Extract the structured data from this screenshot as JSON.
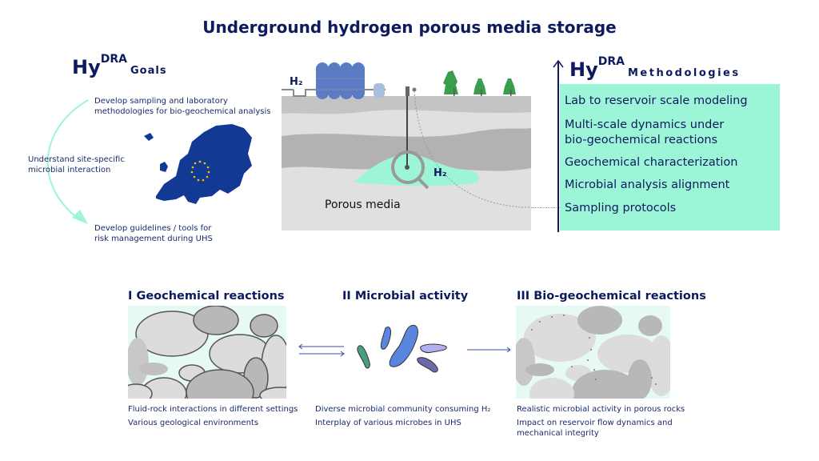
{
  "title": "Underground hydrogen porous media storage",
  "goals": {
    "brand_main": "Hy",
    "brand_sup": "DRA",
    "heading": "Goals",
    "items": [
      "Develop sampling and laboratory methodologies for bio-geochemical analysis",
      "Understand site-specific microbial interaction",
      "Develop guidelines / tools for risk management during UHS"
    ]
  },
  "center_illustration": {
    "h2_label_surface": "H₂",
    "h2_label_reservoir": "H₂",
    "porous_label": "Porous media"
  },
  "methodologies": {
    "brand_main": "Hy",
    "brand_sup": "DRA",
    "heading": "Methodologies",
    "items": [
      "Lab to reservoir scale modeling",
      "Multi-scale dynamics under bio-geochemical reactions",
      "Geochemical characterization",
      "Microbial analysis alignment",
      "Sampling protocols"
    ]
  },
  "sections": [
    {
      "title": "I Geochemical reactions",
      "lines": [
        "Fluid-rock interactions in different settings",
        "Various geological environments"
      ]
    },
    {
      "title": "II Microbial activity",
      "lines": [
        "Diverse microbial community consuming H₂",
        "Interplay of various microbes in UHS"
      ]
    },
    {
      "title": "III Bio-geochemical reactions",
      "lines": [
        "Realistic microbial activity in porous rocks",
        "Impact on reservoir flow dynamics and mechanical integrity"
      ]
    }
  ],
  "colors": {
    "navy": "#0d1b5e",
    "mint": "#9df5d8",
    "rock_light": "#dcdcdc",
    "rock_dark": "#b8b8b8"
  }
}
